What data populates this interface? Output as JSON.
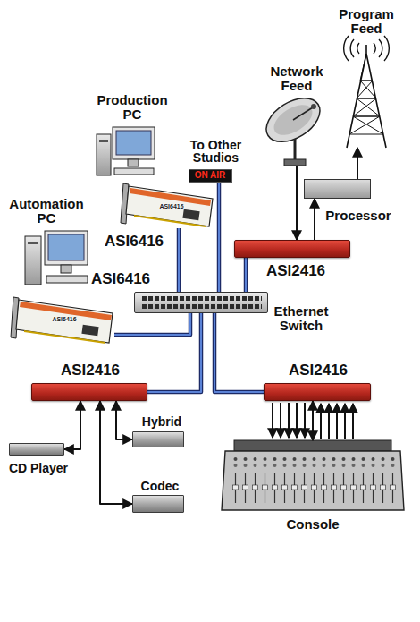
{
  "diagram": {
    "nodes": [
      {
        "text": [
          "Program Feed"
        ]
      },
      {
        "text": [
          "Network Feed"
        ]
      },
      {
        "text": [
          "Production PC"
        ]
      },
      {
        "text": [
          "To Other Studios",
          "ON AIR"
        ]
      },
      {
        "text": [
          "Automation PC"
        ]
      },
      {
        "text": [
          "ASI6416"
        ]
      },
      {
        "text": [
          "ASI6416"
        ]
      },
      {
        "text": [
          "Processor"
        ]
      },
      {
        "text": [
          "ASI2416"
        ]
      },
      {
        "text": [
          "Ethernet Switch"
        ]
      },
      {
        "text": [
          "ASI2416"
        ]
      },
      {
        "text": [
          "ASI2416"
        ]
      },
      {
        "text": [
          "Hybrid"
        ]
      },
      {
        "text": [
          "CD Player"
        ]
      },
      {
        "text": [
          "Codec"
        ]
      },
      {
        "text": [
          "Console"
        ]
      }
    ],
    "edges": [
      {
        "from": 1,
        "to": 8,
        "arrow": "to"
      },
      {
        "from": 8,
        "to": 7,
        "arrow": "to"
      },
      {
        "from": 7,
        "to": 0,
        "arrow": "to"
      },
      {
        "from": 5,
        "to": 9,
        "arrow": "none"
      },
      {
        "from": 3,
        "to": 9,
        "arrow": "none"
      },
      {
        "from": 6,
        "to": 9,
        "arrow": "none"
      },
      {
        "from": 9,
        "to": 8,
        "arrow": "none"
      },
      {
        "from": 9,
        "to": 10,
        "arrow": "none"
      },
      {
        "from": 9,
        "to": 11,
        "arrow": "none"
      },
      {
        "from": 10,
        "to": 13,
        "arrow": "both"
      },
      {
        "from": 10,
        "to": 12,
        "arrow": "both"
      },
      {
        "from": 10,
        "to": 14,
        "arrow": "both"
      },
      {
        "from": 11,
        "to": 15,
        "arrow": "both"
      }
    ],
    "labels": [
      "ASI6416",
      "ASI6416"
    ]
  }
}
